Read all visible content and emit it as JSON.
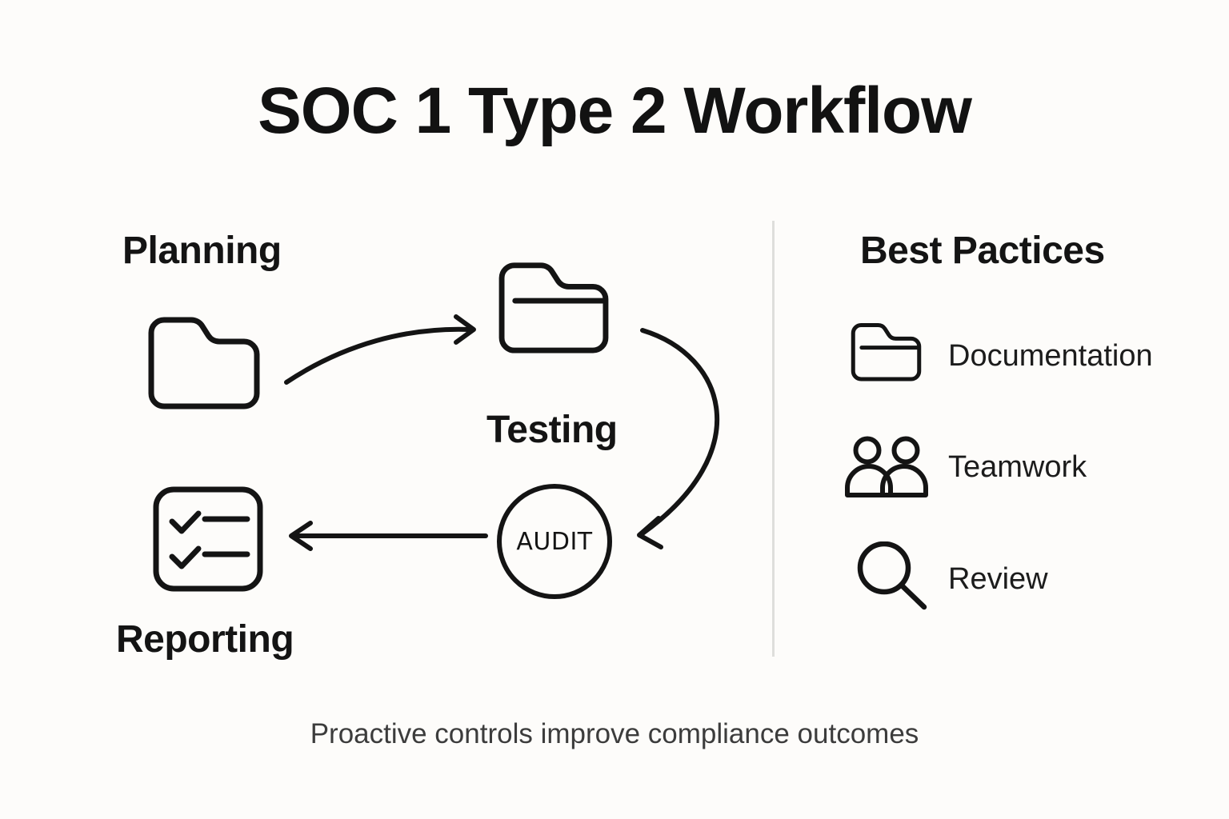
{
  "title": "SOC 1 Type 2 Workflow",
  "workflow": {
    "planning_label": "Planning",
    "testing_label": "Testing",
    "reporting_label": "Reporting",
    "audit_label": "AUDIT",
    "steps": [
      "Planning",
      "Testing",
      "AUDIT",
      "Reporting"
    ]
  },
  "best_practices": {
    "heading": "Best Pactices",
    "items": [
      {
        "icon": "folder-icon",
        "label": "Documentation"
      },
      {
        "icon": "people-icon",
        "label": "Teamwork"
      },
      {
        "icon": "magnifier-icon",
        "label": "Review"
      }
    ]
  },
  "caption": "Proactive controls improve compliance outcomes",
  "icons": {
    "planning": "folder-icon",
    "testing": "folder-lined-icon",
    "reporting": "checklist-icon",
    "audit": "circle-badge"
  },
  "colors": {
    "background": "#FDFCFA",
    "stroke": "#141414",
    "divider": "#DEDEDB",
    "caption_text": "#3C3C3C"
  }
}
